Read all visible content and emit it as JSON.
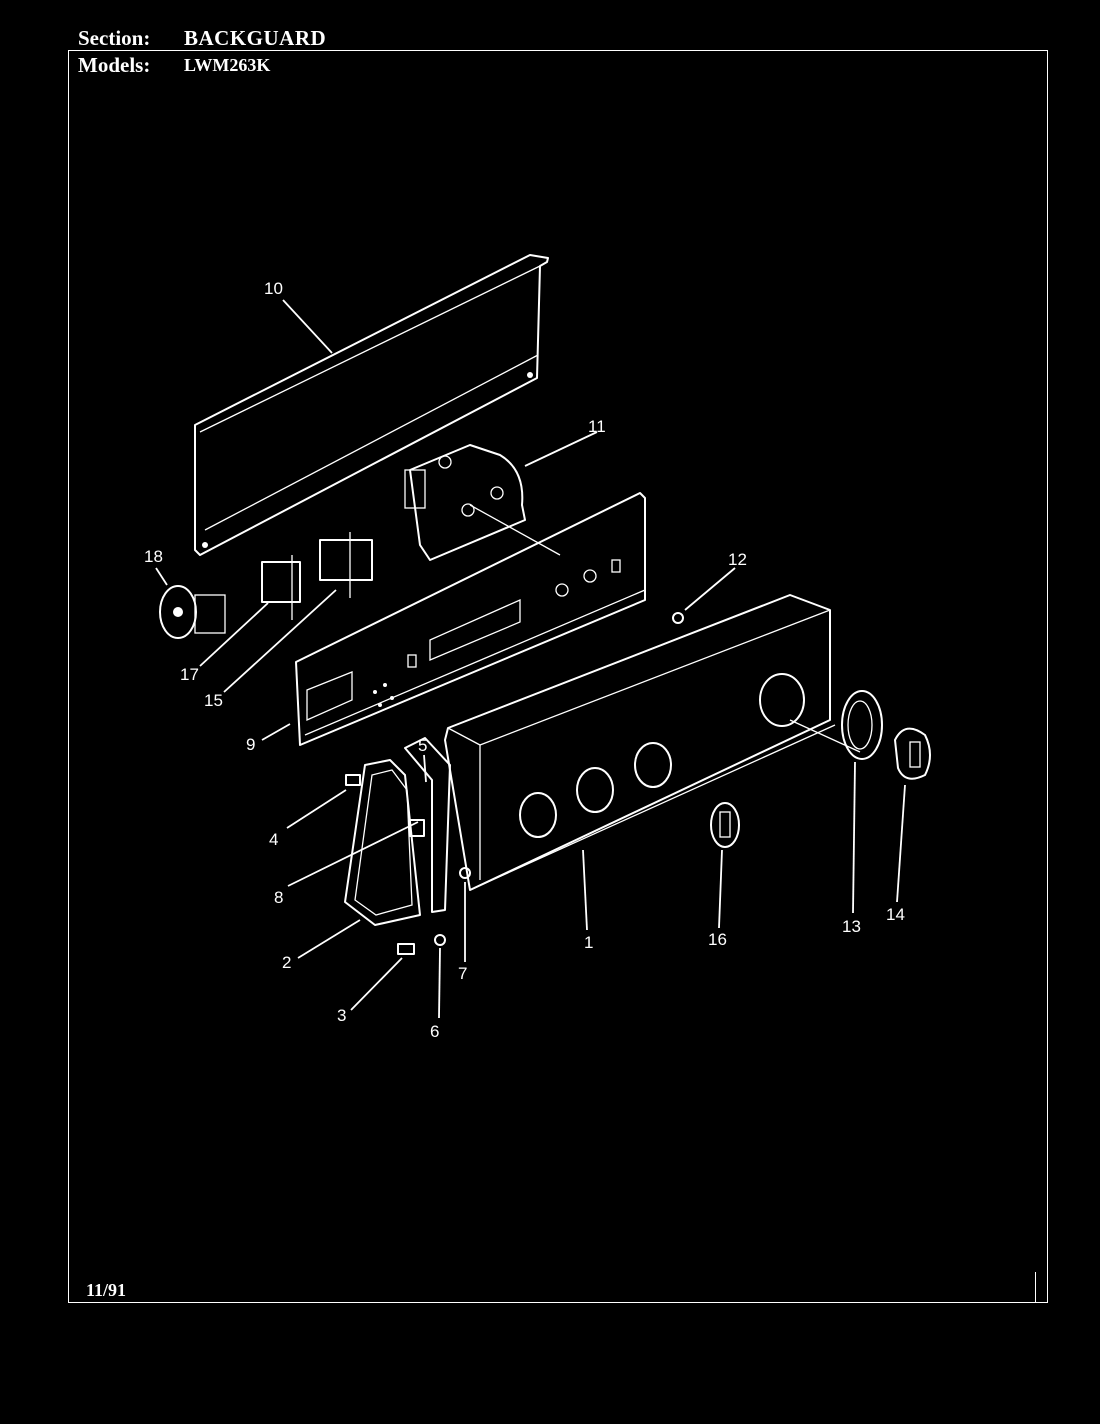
{
  "header": {
    "section_label": "Section:",
    "section_value": "BACKGUARD",
    "models_label": "Models:",
    "models_value": "LWM263K"
  },
  "footer": {
    "date": "11/91"
  },
  "callouts": [
    "1",
    "2",
    "3",
    "4",
    "5",
    "6",
    "7",
    "8",
    "9",
    "10",
    "11",
    "12",
    "13",
    "14",
    "15",
    "16",
    "17",
    "18"
  ]
}
